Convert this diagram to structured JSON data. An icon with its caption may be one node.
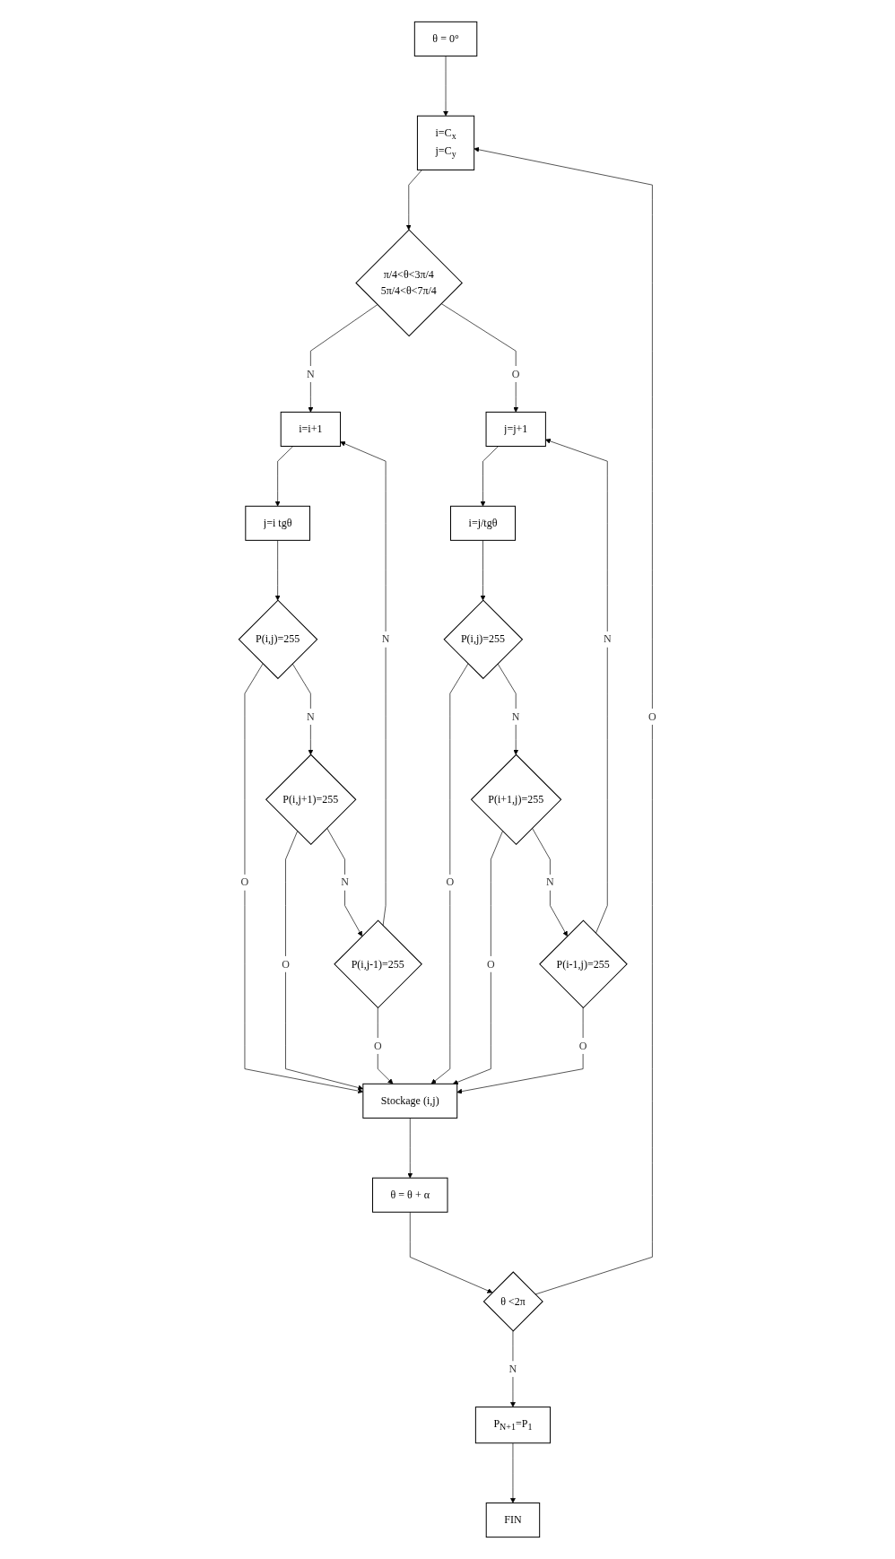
{
  "diagram": {
    "nodes": [
      {
        "text": [
          "θ = 0°"
        ]
      },
      {
        "text": [
          "i=C$_{x}$",
          "j=C$_{y}$"
        ]
      },
      {
        "text": [
          "π/4<θ<3π/4",
          "5π/4<θ<7π/4"
        ]
      },
      {
        "text": [
          "i=i+1"
        ]
      },
      {
        "text": [
          "j=i tgθ"
        ]
      },
      {
        "text": [
          "P(i,j)=255"
        ]
      },
      {
        "text": [
          "P(i,j+1)=255"
        ]
      },
      {
        "text": [
          "P(i,j-1)=255"
        ]
      },
      {
        "text": [
          "j=j+1"
        ]
      },
      {
        "text": [
          "i=j/tgθ"
        ]
      },
      {
        "text": [
          "P(i,j)=255"
        ]
      },
      {
        "text": [
          "P(i+1,j)=255"
        ]
      },
      {
        "text": [
          "P(i-1,j)=255"
        ]
      },
      {
        "text": [
          "Stockage (i,j)"
        ]
      },
      {
        "text": [
          "θ = θ + α"
        ]
      },
      {
        "text": [
          "θ <2π"
        ]
      },
      {
        "text": [
          "P$_{N+1}$=P$_{1}$"
        ]
      },
      {
        "text": [
          "FIN"
        ]
      }
    ],
    "edges": [
      {
        "from": 0,
        "to": 1,
        "arrow": "to"
      },
      {
        "from": 1,
        "to": 2,
        "arrow": "to"
      },
      {
        "from": 2,
        "to": 3,
        "label": "N",
        "arrow": "to"
      },
      {
        "from": 2,
        "to": 8,
        "label": "O",
        "arrow": "to"
      },
      {
        "from": 3,
        "to": 4,
        "arrow": "to"
      },
      {
        "from": 4,
        "to": 5,
        "arrow": "to"
      },
      {
        "from": 5,
        "to": 13,
        "label": "O",
        "arrow": "to"
      },
      {
        "from": 5,
        "to": 6,
        "label": "N",
        "arrow": "to"
      },
      {
        "from": 6,
        "to": 13,
        "label": "O",
        "arrow": "to"
      },
      {
        "from": 6,
        "to": 7,
        "label": "N",
        "arrow": "to"
      },
      {
        "from": 7,
        "to": 13,
        "label": "O",
        "arrow": "to"
      },
      {
        "from": 7,
        "to": 3,
        "label": "N",
        "arrow": "to"
      },
      {
        "from": 8,
        "to": 9,
        "arrow": "to"
      },
      {
        "from": 9,
        "to": 10,
        "arrow": "to"
      },
      {
        "from": 10,
        "to": 13,
        "label": "O",
        "arrow": "to"
      },
      {
        "from": 10,
        "to": 11,
        "label": "N",
        "arrow": "to"
      },
      {
        "from": 11,
        "to": 13,
        "label": "O",
        "arrow": "to"
      },
      {
        "from": 11,
        "to": 12,
        "label": "N",
        "arrow": "to"
      },
      {
        "from": 12,
        "to": 13,
        "label": "O",
        "arrow": "to"
      },
      {
        "from": 12,
        "to": 8,
        "label": "N",
        "arrow": "to"
      },
      {
        "from": 13,
        "to": 14,
        "arrow": "to"
      },
      {
        "from": 14,
        "to": 15,
        "arrow": "to"
      },
      {
        "from": 15,
        "to": 1,
        "label": "O",
        "arrow": "to"
      },
      {
        "from": 15,
        "to": 16,
        "label": "N",
        "arrow": "to"
      },
      {
        "from": 16,
        "to": 17,
        "arrow": "to"
      }
    ]
  }
}
